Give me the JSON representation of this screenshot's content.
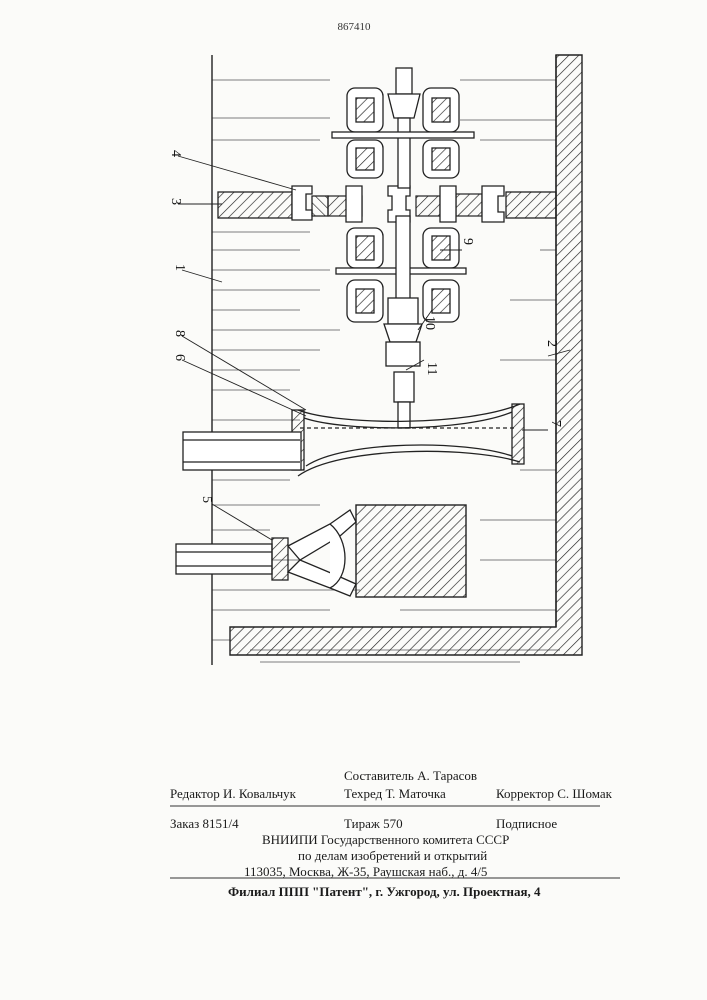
{
  "patent_number": "867410",
  "labels": [
    "1",
    "2",
    "3",
    "4",
    "5",
    "6",
    "7",
    "8",
    "9",
    "10",
    "11"
  ],
  "footer": {
    "editor": "Редактор И. Ковальчук",
    "compiler": "Составитель А. Тарасов",
    "techred": "Техред Т. Маточка",
    "corrector": "Корректор С. Шомак",
    "order": "Заказ 8151/4",
    "circulation": "Тираж 570",
    "subscription": "Подписное",
    "org_line1": "ВНИИПИ Государственного комитета СССР",
    "org_line2": "по делам изобретений и открытий",
    "org_address": "113035, Москва, Ж-35, Раушская наб., д. 4/5",
    "branch": "Филиал ППП \"Патент\", г. Ужгород, ул. Проектная, 4"
  }
}
